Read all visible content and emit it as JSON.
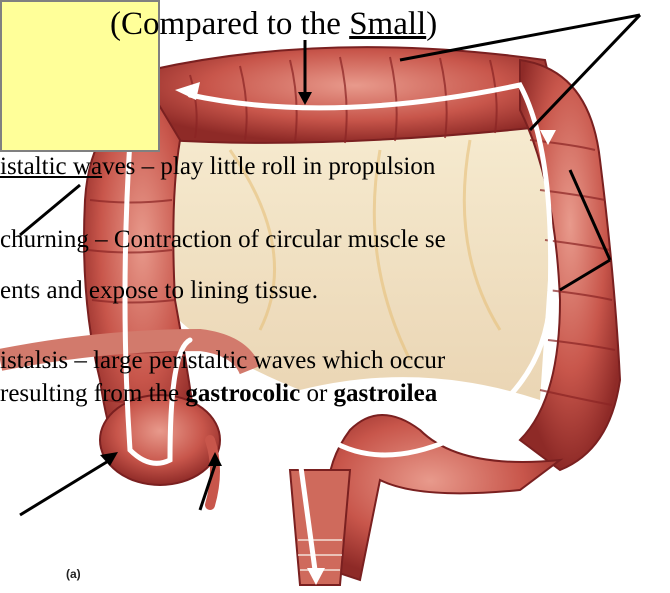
{
  "slide": {
    "title_open": "(Compared to the ",
    "title_underlined": "Small",
    "title_close": ")",
    "line1_pre": "istaltic wa",
    "line1_post": "ves – play little roll in propulsion",
    "line2": "churning – Contraction of circular muscle se",
    "line3": "ents and expose to lining tissue.",
    "line4": "istalsis – large peristaltic waves which occur",
    "line5_pre": "resulting from the ",
    "line5_b1": "gastrocolic",
    "line5_mid": " or ",
    "line5_b2": "gastroilea",
    "panel_label": "(a)"
  },
  "colors": {
    "callout_fill": "#ffff99",
    "tissue_dark": "#9b2d2a",
    "tissue_mid": "#c84f45",
    "tissue_light": "#e9a49a",
    "mesentery": "#f1e6c8",
    "arrow_white": "#ffffff"
  },
  "icons": [
    "white-flow-arrow",
    "black-pointer-arrow"
  ]
}
